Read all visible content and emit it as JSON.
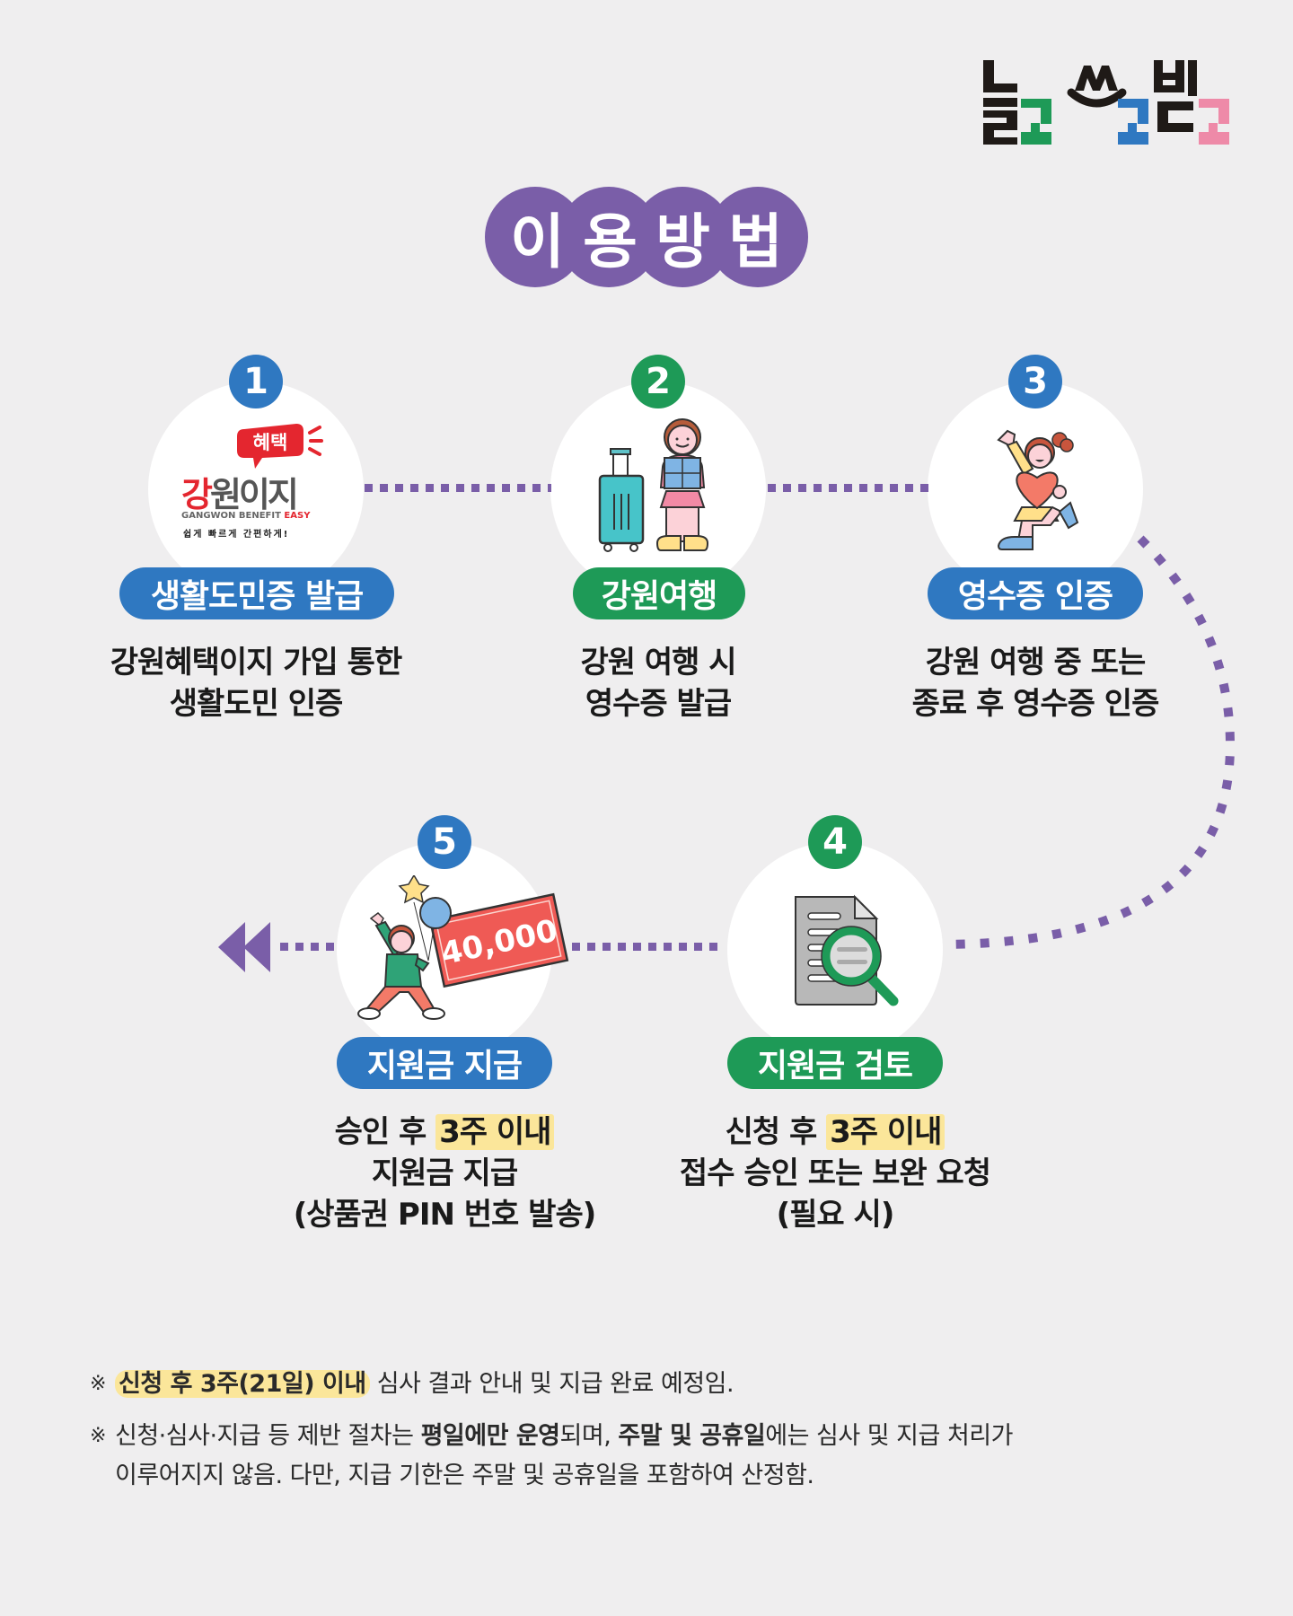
{
  "logo": {
    "text": "놀고쓰고받고",
    "colors": {
      "black": "#1f1a17",
      "green": "#1e9a57",
      "blue": "#2f78c1",
      "pink": "#ee8aa8"
    }
  },
  "title": {
    "chars": [
      "이",
      "용",
      "방",
      "법"
    ],
    "text": "이용방법",
    "color": "#7a5ea8"
  },
  "steps": [
    {
      "number": "1",
      "label": "생활도민증 발급",
      "desc_lines": [
        "강원혜택이지 가입 통한",
        "생활도민 인증"
      ],
      "color": "#2f78c1",
      "illustration": "gangwon-easy-logo",
      "logo_badge": "혜택",
      "logo_main": "강원이지",
      "logo_en": "GANGWON BENEFIT",
      "logo_en_accent": "EASY",
      "logo_tagline": "쉽게 빠르게 간편하게!"
    },
    {
      "number": "2",
      "label": "강원여행",
      "desc_lines": [
        "강원 여행 시",
        "영수증 발급"
      ],
      "color": "#1e9a57",
      "illustration": "traveler-with-suitcase"
    },
    {
      "number": "3",
      "label": "영수증 인증",
      "desc_lines": [
        "강원 여행 중 또는",
        "종료 후 영수증 인증"
      ],
      "color": "#2f78c1",
      "illustration": "girl-with-heart"
    },
    {
      "number": "4",
      "label": "지원금 검토",
      "desc_pre": "신청 후 ",
      "desc_highlight": "3주 이내",
      "desc_lines": [
        "접수 승인 또는 보완 요청",
        "(필요 시)"
      ],
      "color": "#1e9a57",
      "illustration": "document-magnifier"
    },
    {
      "number": "5",
      "label": "지원금 지급",
      "desc_pre": "승인 후 ",
      "desc_highlight": "3주 이내",
      "desc_lines": [
        "지원금 지급",
        "(상품권 PIN 번호 발송)"
      ],
      "color": "#2f78c1",
      "illustration": "kid-with-voucher",
      "voucher_amount": "40,000"
    }
  ],
  "connector_color": "#7a5ea8",
  "notes": [
    {
      "mark": "※",
      "highlight": "신청 후 3주(21일) 이내",
      "text": " 심사 결과 안내 및 지급 완료 예정임."
    },
    {
      "mark": "※",
      "t1": "신청·심사·지급 등 제반 절차는 ",
      "b1": "평일에만 운영",
      "t2": "되며, ",
      "b2": "주말 및 공휴일",
      "t3": "에는 심사 및 지급 처리가",
      "line2": "이루어지지 않음. 다만, 지급 기한은 주말 및 공휴일을 포함하여 산정함."
    }
  ]
}
